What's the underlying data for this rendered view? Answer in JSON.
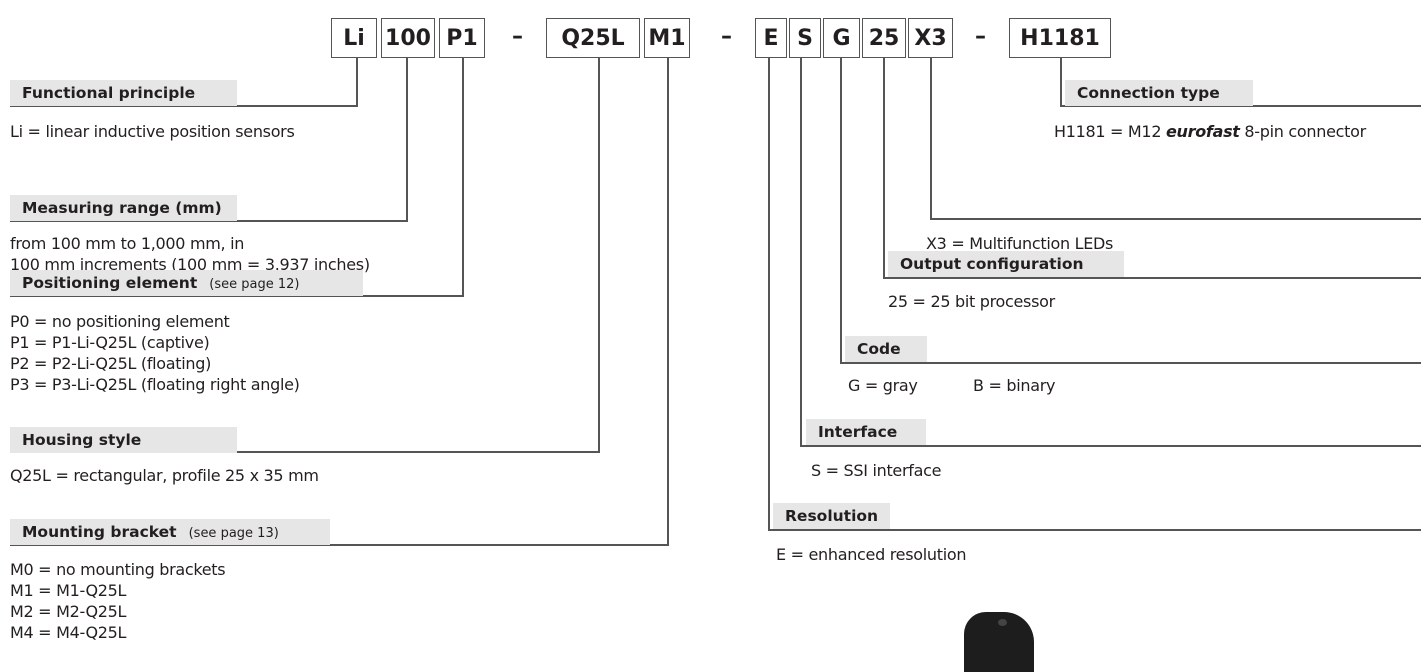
{
  "code": {
    "segments": [
      "Li",
      "100",
      "P1",
      "Q25L",
      "M1",
      "E",
      "S",
      "G",
      "25",
      "X3",
      "H1181"
    ],
    "dash": "–"
  },
  "functional_principle": {
    "title": "Functional principle",
    "lines": [
      "Li = linear inductive position sensors"
    ]
  },
  "measuring_range": {
    "title": "Measuring range (mm)",
    "lines": [
      "from 100 mm to 1,000 mm, in",
      "100 mm increments (100 mm = 3.937 inches)"
    ]
  },
  "positioning_element": {
    "title": "Positioning element",
    "note": "(see page 12)",
    "lines": [
      "P0 = no positioning element",
      "P1 = P1-Li-Q25L  (captive)",
      "P2 = P2-Li-Q25L  (floating)",
      "P3 = P3-Li-Q25L  (floating right angle)"
    ]
  },
  "housing_style": {
    "title": "Housing style",
    "lines": [
      "Q25L = rectangular, profile 25 x 35 mm"
    ]
  },
  "mounting_bracket": {
    "title": "Mounting bracket",
    "note": "(see page 13)",
    "lines": [
      "M0 = no mounting brackets",
      "M1 = M1-Q25L",
      "M2 = M2-Q25L",
      "M4 = M4-Q25L"
    ]
  },
  "connection_type": {
    "title": "Connection type",
    "prefix": "H1181 = M12 ",
    "brand": "eurofast",
    "suffix": " 8-pin connector"
  },
  "leds": {
    "line": "X3 = Multifunction LEDs"
  },
  "output_configuration": {
    "title": "Output configuration",
    "line": "25 = 25 bit processor"
  },
  "code_type": {
    "title": "Code",
    "option_gray": "G = gray",
    "option_binary": "B = binary"
  },
  "interface": {
    "title": "Interface",
    "line": "S = SSI interface"
  },
  "resolution": {
    "title": "Resolution",
    "line": "E = enhanced resolution"
  }
}
